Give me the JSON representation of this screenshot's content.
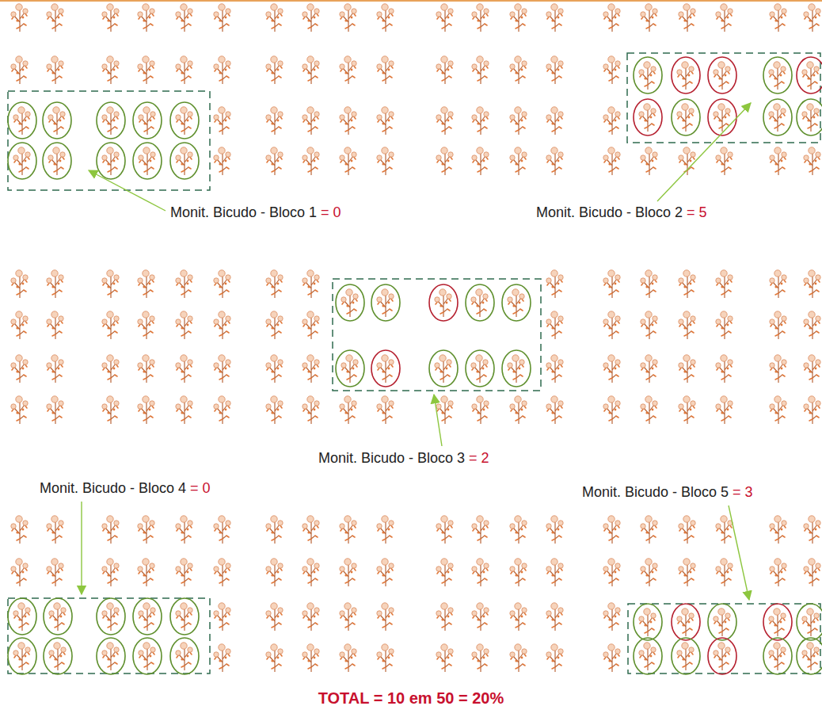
{
  "diagram": {
    "labels": [
      "Monit. Bicudo - Bloco 1",
      "= 0",
      "Monit. Bicudo - Bloco 2",
      "= 5",
      "Monit. Bicudo - Bloco 3",
      "= 2",
      "Monit. Bicudo - Bloco 4",
      "= 0",
      "Monit. Bicudo - Bloco 5",
      "= 3",
      "TOTAL = 10 em 50 = 20%"
    ]
  }
}
